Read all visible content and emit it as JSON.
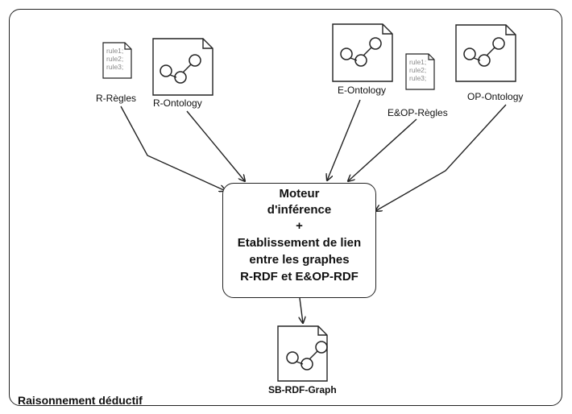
{
  "diagram": {
    "title": "Raisonnement déductif",
    "engine_lines": [
      "Moteur",
      "d'inférence",
      "+",
      "Etablissement de lien",
      "entre les graphes",
      "R-RDF et E&OP-RDF"
    ],
    "inputs": {
      "r_regles": {
        "label": "R-Règles",
        "rules": [
          "rule1;",
          "rule2;",
          "rule3;"
        ]
      },
      "r_ontology": {
        "label": "R-Ontology"
      },
      "e_ontology": {
        "label": "E-Ontology"
      },
      "eop_regles": {
        "label": "E&OP-Règles",
        "rules": [
          "rule1;",
          "rule2;",
          "rule3;"
        ]
      },
      "op_ontology": {
        "label": "OP-Ontology"
      }
    },
    "output": {
      "label": "SB-RDF-Graph"
    }
  }
}
